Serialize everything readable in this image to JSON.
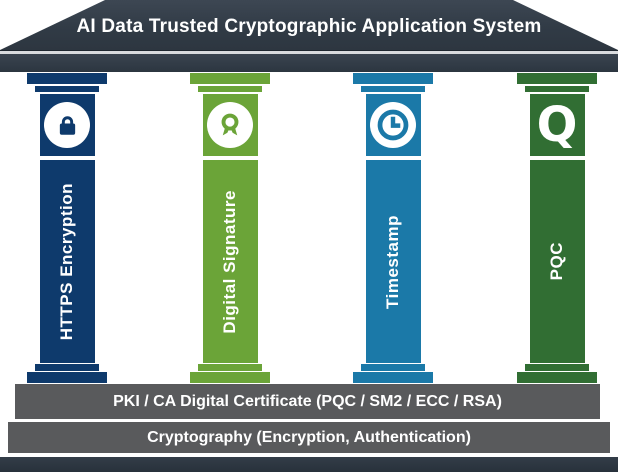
{
  "title": "AI Data Trusted Cryptographic Application System",
  "colors": {
    "roof_slate": "#333d47",
    "foundation_gray": "#595a5c",
    "base_dark": "#2b3540",
    "text": "#ffffff"
  },
  "pillars": [
    {
      "label": "HTTPS Encryption",
      "icon": "lock-icon",
      "color": "#0e3a6c"
    },
    {
      "label": "Digital Signature",
      "icon": "award-ribbon-icon",
      "color": "#6ba438"
    },
    {
      "label": "Timestamp",
      "icon": "clock-icon",
      "color": "#1b79a8"
    },
    {
      "label": "PQC",
      "icon": "letter-q-icon",
      "color": "#316e33",
      "icon_letter": "Q"
    }
  ],
  "foundation": {
    "pki_label": "PKI / CA Digital Certificate (PQC / SM2 / ECC / RSA)",
    "crypto_label": "Cryptography (Encryption, Authentication)"
  }
}
